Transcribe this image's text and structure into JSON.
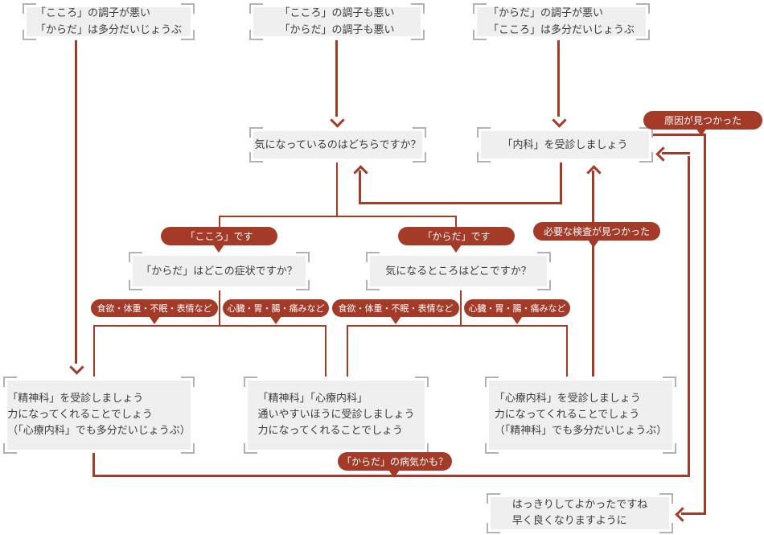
{
  "colors": {
    "accent_red": "#a43a28",
    "box_fill": "#efefef",
    "bracket_gray": "#b2b2b2",
    "text": "#3c3c3c"
  },
  "nodes": {
    "top_left": {
      "lines": [
        "「こころ」の調子が悪い",
        "「からだ」は多分だいじょうぶ"
      ]
    },
    "top_center": {
      "lines": [
        "「こころ」の調子も悪い",
        "「からだ」の調子も悪い"
      ]
    },
    "top_right": {
      "lines": [
        "「からだ」の調子が悪い",
        "「こころ」は多分だいじょうぶ"
      ]
    },
    "which": {
      "lines": [
        "気になっているのはどちらですか？"
      ]
    },
    "naika": {
      "lines": [
        "「内科」を受診しましょう"
      ]
    },
    "q_kokoro": {
      "lines": [
        "「からだ」はどこの症状ですか？"
      ]
    },
    "q_karada": {
      "lines": [
        "気になるところはどこですか？"
      ]
    },
    "seishinka": {
      "lines": [
        "「精神科」を受診しましょう",
        "力になってくれることでしょう",
        "（「心療内科」でも多分だいじょうぶ）"
      ]
    },
    "either": {
      "lines": [
        "「精神科」「心療内科」",
        "通いやすいほうに受診しましょう",
        "力になってくれることでしょう"
      ]
    },
    "shinryo": {
      "lines": [
        "「心療内科」を受診しましょう",
        "力になってくれることでしょう",
        "（「精神科」でも多分だいじょうぶ）"
      ]
    },
    "clear": {
      "lines": [
        "はっきりしてよかったですね",
        "早く良くなりますように"
      ]
    }
  },
  "labels": {
    "kokoro_desu": "「こころ」です",
    "karada_desu": "「からだ」です",
    "genin_mitsukatta": "原因が見つかった",
    "kensa_mitsukatta": "必要な検査が見つかった",
    "appetite_left": "食欲・体重・不眠・表情など",
    "organs_left": "心臓・胃・腸・痛みなど",
    "appetite_right": "食欲・体重・不眠・表情など",
    "organs_right": "心臓・胃・腸・痛みなど",
    "karada_byoki": "「からだ」の病気かも？"
  }
}
